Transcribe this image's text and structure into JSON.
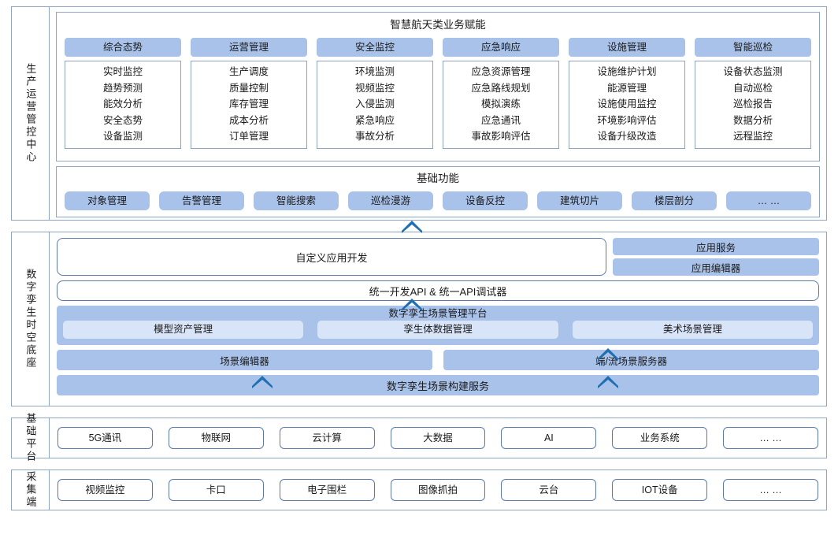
{
  "sections": {
    "ops": {
      "label": "生产运营管控中心",
      "biz_title": "智慧航天类业务赋能",
      "columns": [
        {
          "head": "综合态势",
          "items": [
            "实时监控",
            "趋势预测",
            "能效分析",
            "安全态势",
            "设备监测"
          ]
        },
        {
          "head": "运营管理",
          "items": [
            "生产调度",
            "质量控制",
            "库存管理",
            "成本分析",
            "订单管理"
          ]
        },
        {
          "head": "安全监控",
          "items": [
            "环境监测",
            "视频监控",
            "入侵监测",
            "紧急响应",
            "事故分析"
          ]
        },
        {
          "head": "应急响应",
          "items": [
            "应急资源管理",
            "应急路线规划",
            "模拟演练",
            "应急通讯",
            "事故影响评估"
          ]
        },
        {
          "head": "设施管理",
          "items": [
            "设施维护计划",
            "能源管理",
            "设施使用监控",
            "环境影响评估",
            "设备升级改造"
          ]
        },
        {
          "head": "智能巡检",
          "items": [
            "设备状态监测",
            "自动巡检",
            "巡检报告",
            "数据分析",
            "远程监控"
          ]
        }
      ],
      "basic_title": "基础功能",
      "basic_items": [
        "对象管理",
        "告警管理",
        "智能搜索",
        "巡检漫游",
        "设备反控",
        "建筑切片",
        "楼层剖分",
        "… …"
      ]
    },
    "twin": {
      "label": "数字孪生时空底座",
      "custom_app_dev": "自定义应用开发",
      "app_service": "应用服务",
      "app_editor": "应用编辑器",
      "api_bar": "统一开发API & 统一API调试器",
      "platform_title": "数字孪生场景管理平台",
      "platform_cards": [
        "模型资产管理",
        "孪生体数据管理",
        "美术场景管理"
      ],
      "scene_editor": "场景编辑器",
      "stream_server": "端/流场景服务器",
      "scene_build": "数字孪生场景构建服务"
    },
    "infra": {
      "label": "基础平台",
      "items": [
        "5G通讯",
        "物联网",
        "云计算",
        "大数据",
        "AI",
        "业务系统",
        "… …"
      ]
    },
    "collect": {
      "label": "采集端",
      "items": [
        "视频监控",
        "卡口",
        "电子围栏",
        "图像抓拍",
        "云台",
        "IOT设备",
        "… …"
      ]
    }
  },
  "colors": {
    "accent_blue": "#a9c2ea",
    "light_blue": "#d8e4f7",
    "border_blue": "#8fa5c4",
    "outline_blue": "#5b7aa8",
    "arrow_blue": "#1f6fb2"
  }
}
